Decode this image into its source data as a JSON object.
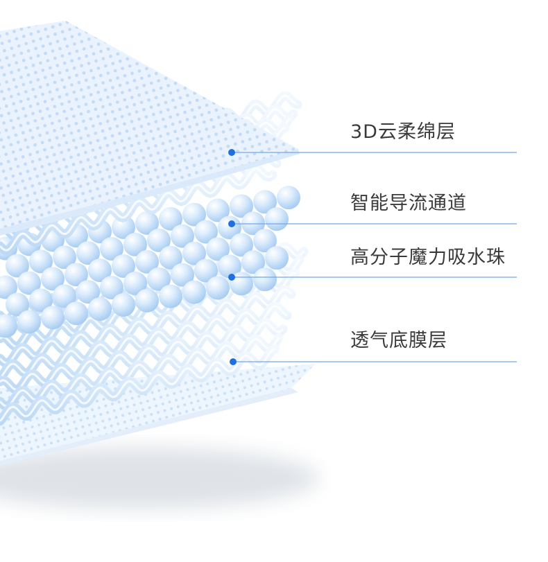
{
  "layers": [
    {
      "label": "3D云柔绵层"
    },
    {
      "label": "智能导流通道"
    },
    {
      "label": "高分子魔力吸水珠"
    },
    {
      "label": "透气底膜层"
    }
  ],
  "colors": {
    "callout_line": "#6fa8ec",
    "callout_dot": "#1f6fe0",
    "layer_base": "#e6f1fd",
    "perforation": "#c2dbf6",
    "bead": "#d3e8fb",
    "label_text": "#3a3a3a"
  }
}
